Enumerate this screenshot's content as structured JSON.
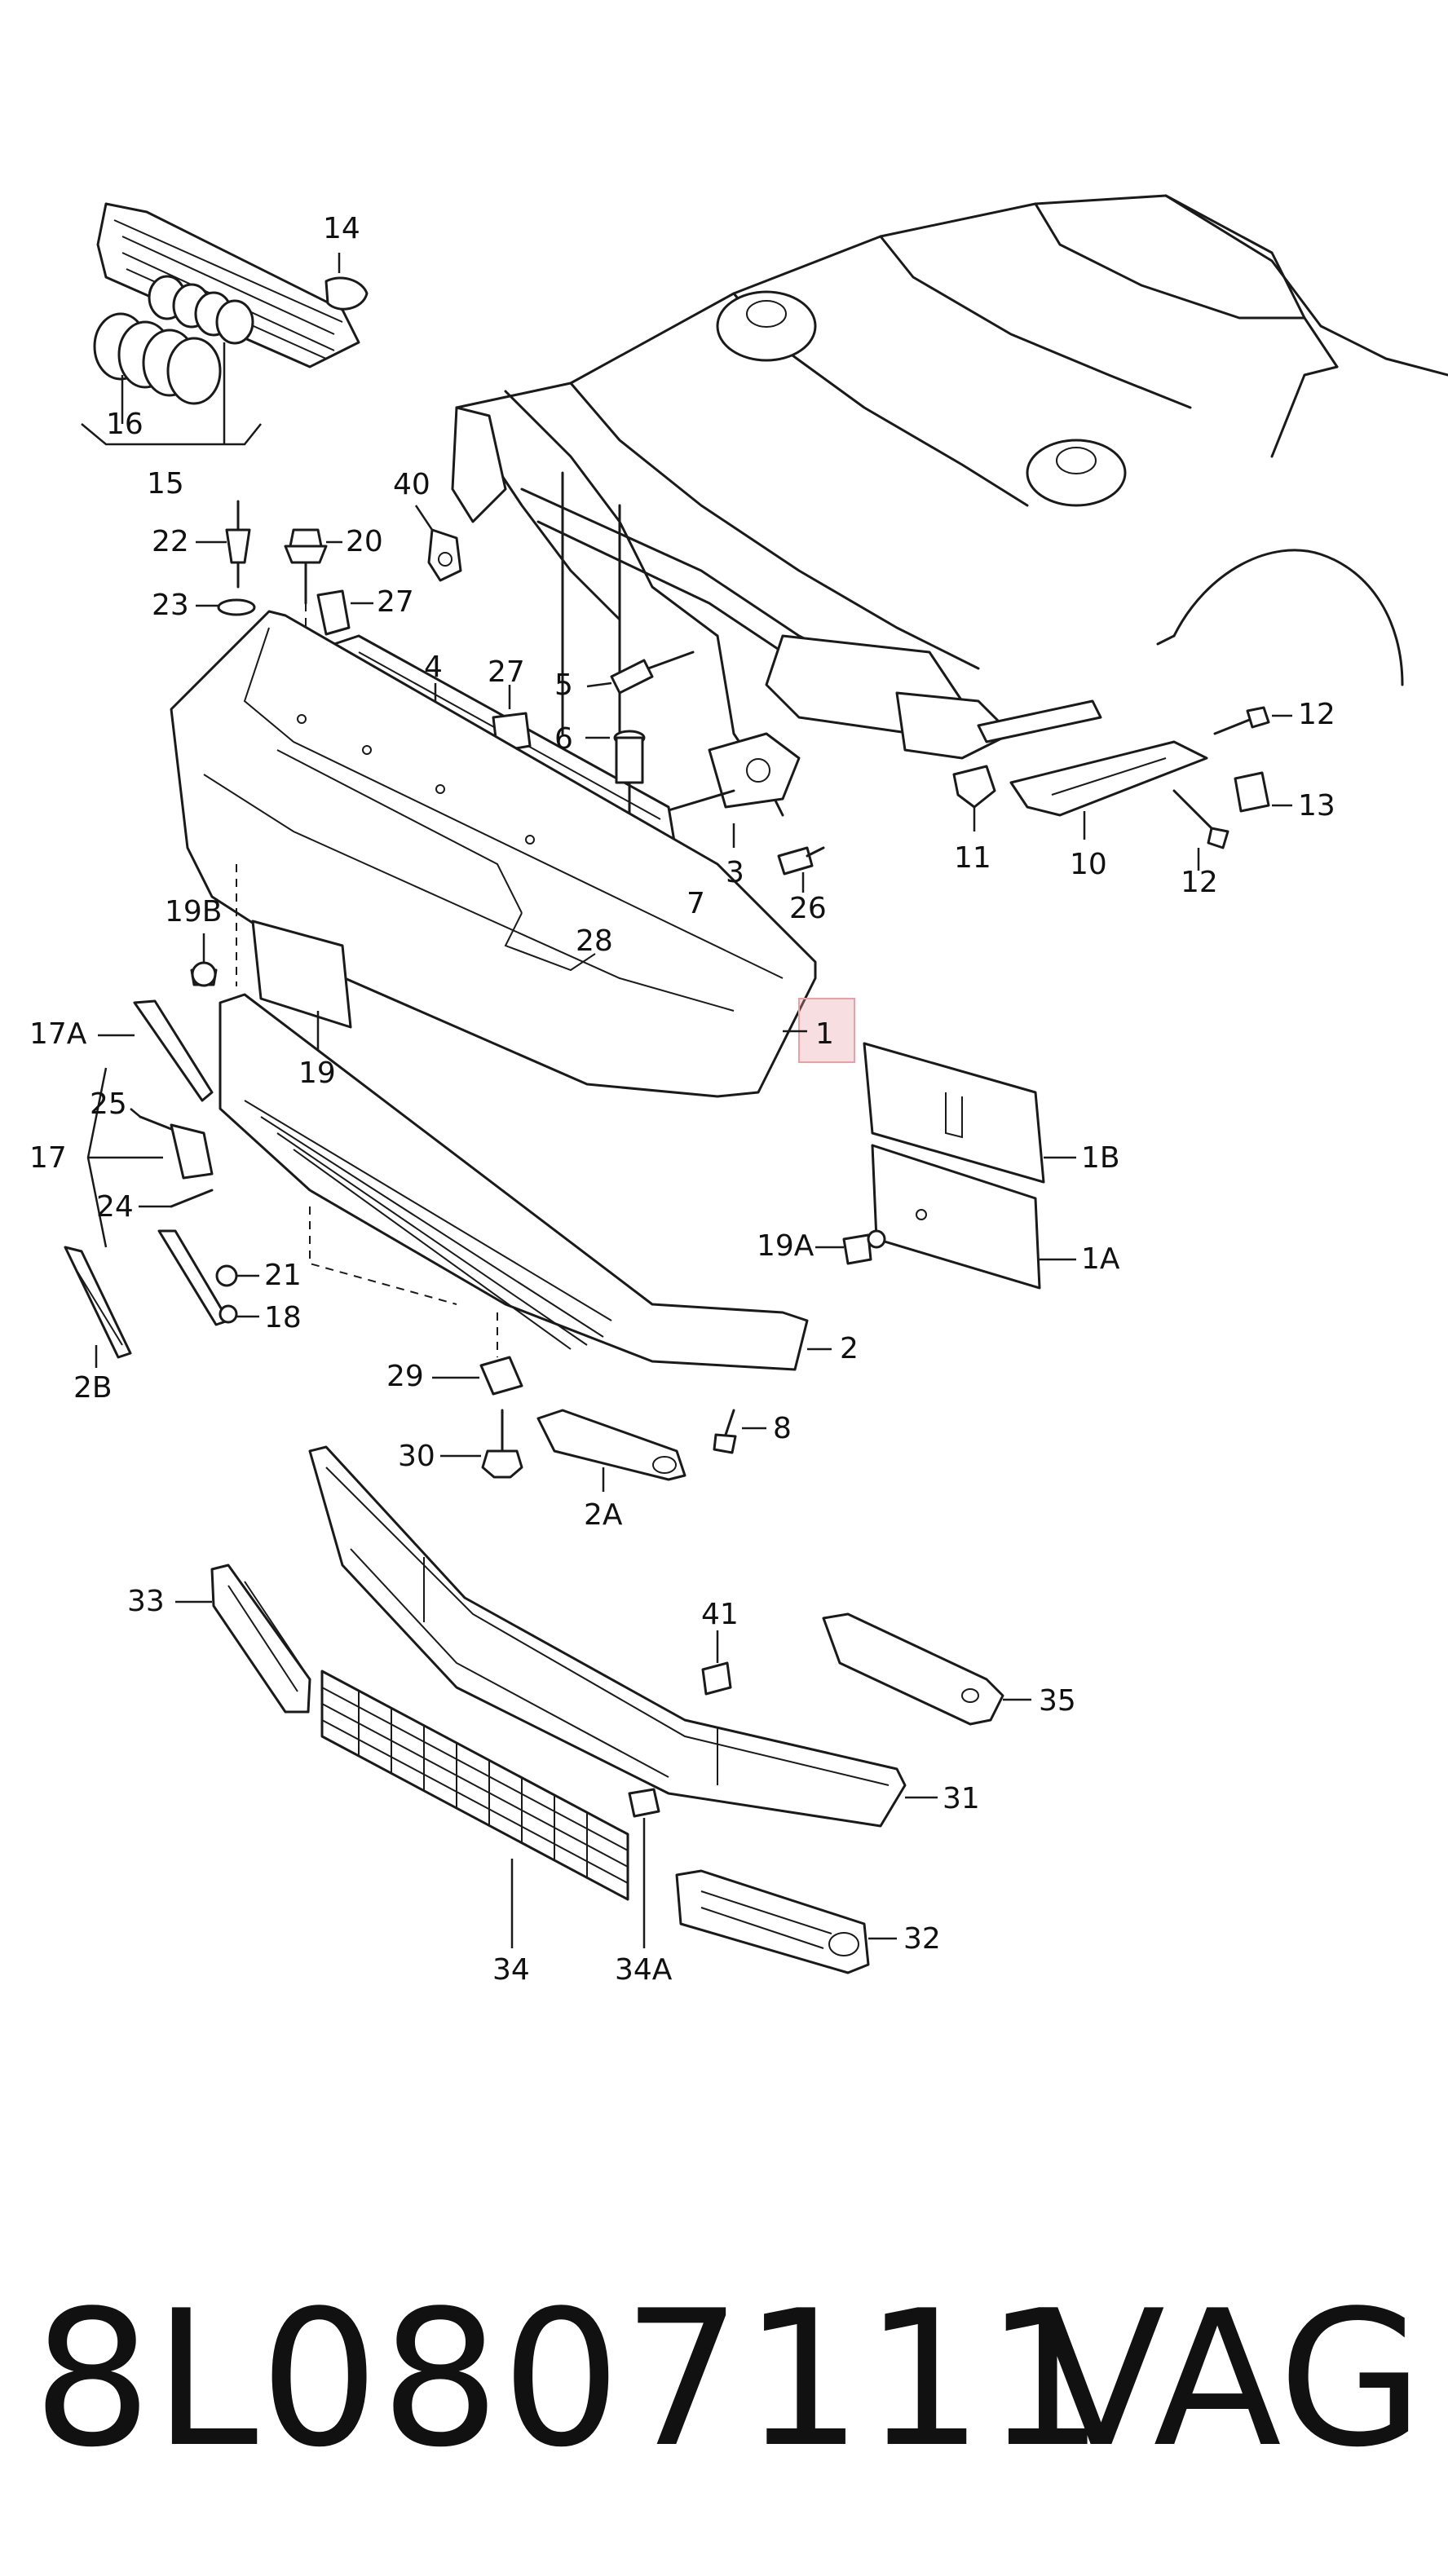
{
  "diagram": {
    "highlight_color": "#e8a0a6",
    "callouts": [
      {
        "id": "c14",
        "label": "14"
      },
      {
        "id": "c16",
        "label": "16"
      },
      {
        "id": "c15",
        "label": "15"
      },
      {
        "id": "c40",
        "label": "40"
      },
      {
        "id": "c22",
        "label": "22"
      },
      {
        "id": "c20",
        "label": "20"
      },
      {
        "id": "c23",
        "label": "23"
      },
      {
        "id": "c27a",
        "label": "27"
      },
      {
        "id": "c4",
        "label": "4"
      },
      {
        "id": "c27b",
        "label": "27"
      },
      {
        "id": "c5",
        "label": "5"
      },
      {
        "id": "c6",
        "label": "6"
      },
      {
        "id": "c12a",
        "label": "12"
      },
      {
        "id": "c13",
        "label": "13"
      },
      {
        "id": "c11",
        "label": "11"
      },
      {
        "id": "c10",
        "label": "10"
      },
      {
        "id": "c12b",
        "label": "12"
      },
      {
        "id": "c3",
        "label": "3"
      },
      {
        "id": "c26",
        "label": "26"
      },
      {
        "id": "c7",
        "label": "7"
      },
      {
        "id": "c28",
        "label": "28"
      },
      {
        "id": "c19b",
        "label": "19B"
      },
      {
        "id": "c17a",
        "label": "17A"
      },
      {
        "id": "c19",
        "label": "19"
      },
      {
        "id": "c1",
        "label": "1"
      },
      {
        "id": "c1b",
        "label": "1B"
      },
      {
        "id": "c25",
        "label": "25"
      },
      {
        "id": "c17",
        "label": "17"
      },
      {
        "id": "c24",
        "label": "24"
      },
      {
        "id": "c19a",
        "label": "19A"
      },
      {
        "id": "c1a",
        "label": "1A"
      },
      {
        "id": "c21",
        "label": "21"
      },
      {
        "id": "c18",
        "label": "18"
      },
      {
        "id": "c2b",
        "label": "2B"
      },
      {
        "id": "c2",
        "label": "2"
      },
      {
        "id": "c29",
        "label": "29"
      },
      {
        "id": "c8",
        "label": "8"
      },
      {
        "id": "c30",
        "label": "30"
      },
      {
        "id": "c2a",
        "label": "2A"
      },
      {
        "id": "c41",
        "label": "41"
      },
      {
        "id": "c33",
        "label": "33"
      },
      {
        "id": "c35",
        "label": "35"
      },
      {
        "id": "c31",
        "label": "31"
      },
      {
        "id": "c32",
        "label": "32"
      },
      {
        "id": "c34",
        "label": "34"
      },
      {
        "id": "c34a",
        "label": "34A"
      }
    ]
  },
  "footer": {
    "part_number": "8L0807111",
    "brand": "VAG"
  }
}
